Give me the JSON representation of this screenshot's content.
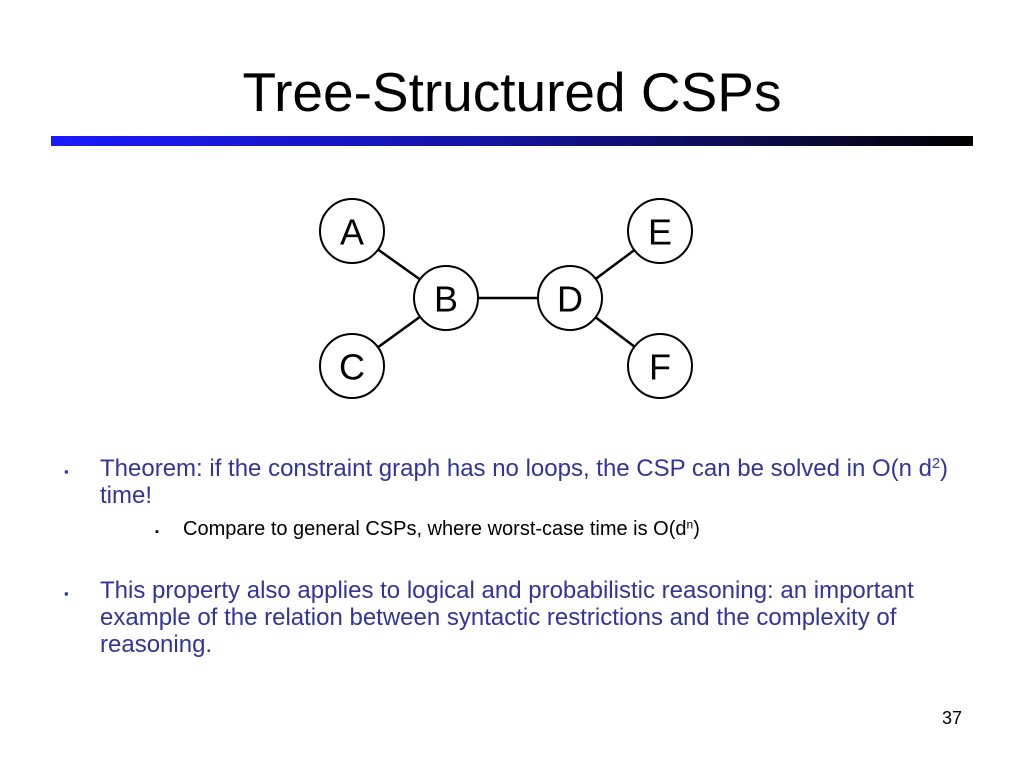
{
  "slide": {
    "title": "Tree-Structured CSPs",
    "page_number": "37",
    "bullet_marker": "▪",
    "accent_color": "#333399",
    "rule_color_start": "#1a1aff",
    "rule_color_end": "#000000"
  },
  "graph": {
    "nodes": [
      {
        "id": "A",
        "label": "A"
      },
      {
        "id": "B",
        "label": "B"
      },
      {
        "id": "C",
        "label": "C"
      },
      {
        "id": "D",
        "label": "D"
      },
      {
        "id": "E",
        "label": "E"
      },
      {
        "id": "F",
        "label": "F"
      }
    ],
    "edges": [
      {
        "from": "A",
        "to": "B"
      },
      {
        "from": "C",
        "to": "B"
      },
      {
        "from": "B",
        "to": "D"
      },
      {
        "from": "D",
        "to": "E"
      },
      {
        "from": "D",
        "to": "F"
      }
    ]
  },
  "bullets": {
    "b1_text": "Theorem: if the constraint graph has no loops, the CSP can be solved in O(n d",
    "b1_sup": "2",
    "b1_tail": ") time!",
    "sub_text": "Compare to general CSPs, where worst-case time is O(d",
    "sub_sup": "n",
    "sub_tail": ")",
    "b2_text": "This property also applies to logical and probabilistic reasoning: an important example of the relation between syntactic restrictions and the complexity of reasoning."
  }
}
